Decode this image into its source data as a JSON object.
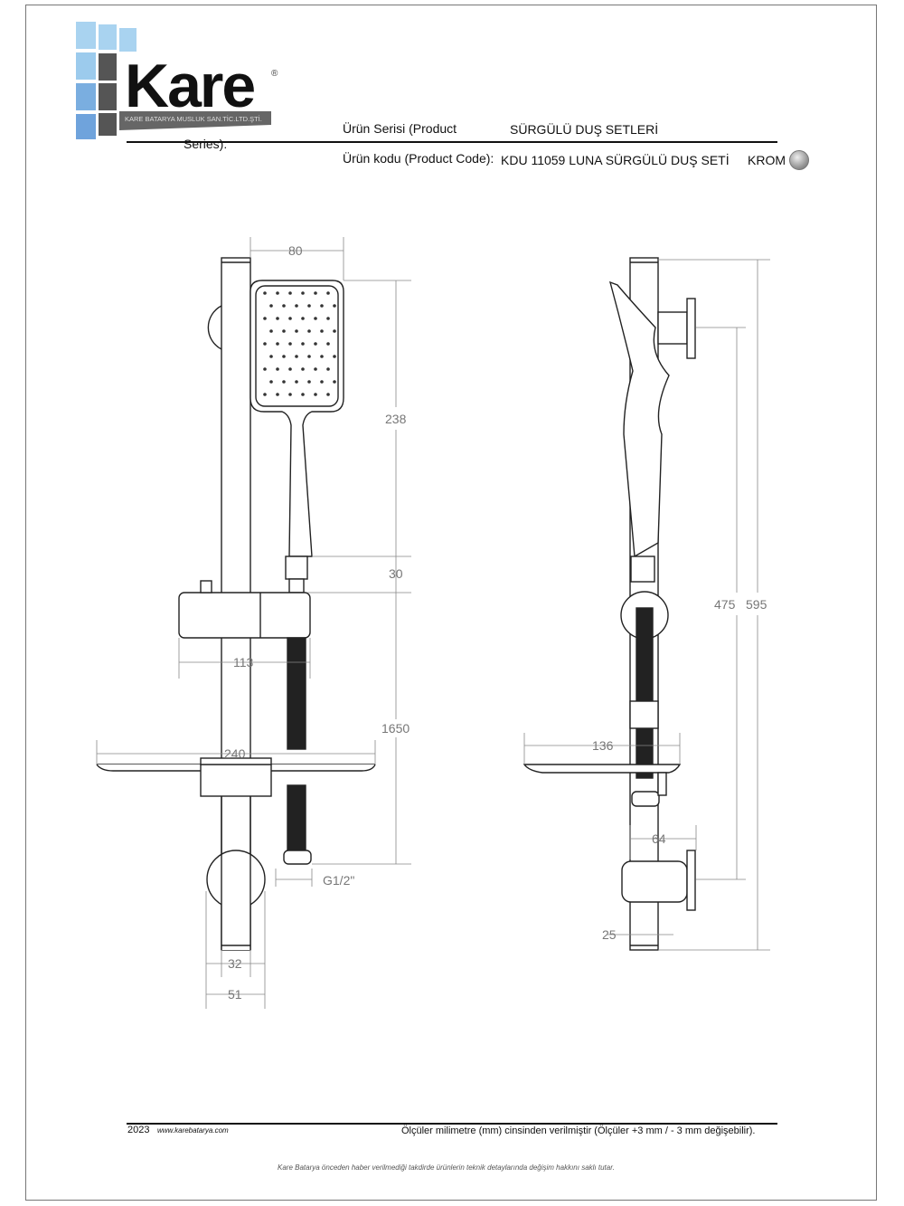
{
  "logo": {
    "brand": "Kare",
    "registered": "®",
    "subtitle": "KARE BATARYA MUSLUK SAN.TİC.LTD.ŞTİ."
  },
  "header": {
    "series_label_1": "Ürün Serisi (Product",
    "series_label_2": "Series):",
    "series_value": "SÜRGÜLÜ DUŞ SETLERİ",
    "code_label": "Ürün kodu (Product Code):",
    "code_value": "KDU 11059 LUNA SÜRGÜLÜ DUŞ SETİ",
    "finish": "KROM"
  },
  "dimensions": {
    "front": {
      "head_width": "80",
      "head_height": "238",
      "nozzle": "30",
      "hose": "1650",
      "slider": "113",
      "soap_dish": "240",
      "thread": "G1/2\"",
      "rail_dia": "32",
      "bracket_dia": "51"
    },
    "side": {
      "bracket_spacing": "475",
      "total_height": "595",
      "soap_dish_depth": "136",
      "wall_offset": "64",
      "rail_dia": "25"
    }
  },
  "footer": {
    "year": "2023",
    "website": "www.karebatarya.com",
    "units_note": "Ölçüler milimetre (mm) cinsinden verilmiştir (Ölçüler  +3 mm / - 3 mm değişebilir).",
    "disclaimer": "Kare Batarya önceden haber verilmediği takdirde ürünlerin teknik detaylarında değişim hakkını saklı tutar."
  }
}
